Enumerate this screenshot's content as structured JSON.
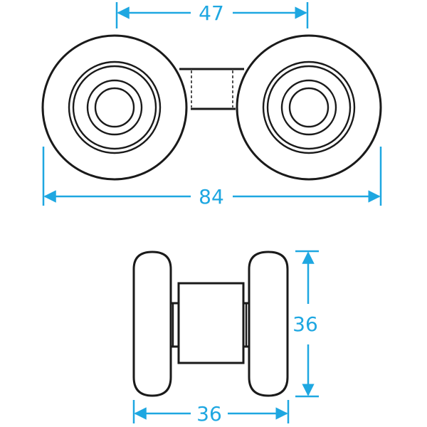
{
  "drawing": {
    "colors": {
      "outline": "#1a1a1a",
      "dimension": "#1ea7e1",
      "background": "#ffffff"
    },
    "front_view": {
      "dimensions": {
        "wheel_center_spacing": "47",
        "overall_width": "84"
      }
    },
    "side_view": {
      "dimensions": {
        "height": "36",
        "width": "36"
      }
    }
  }
}
